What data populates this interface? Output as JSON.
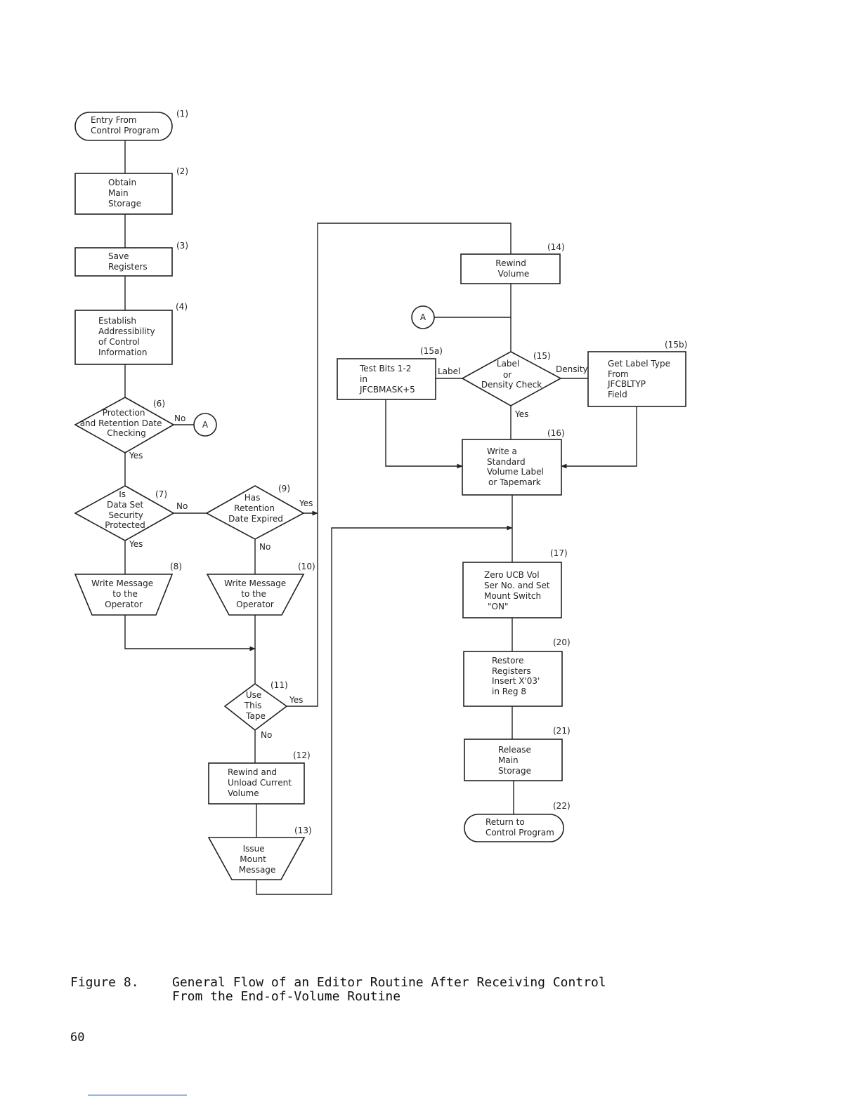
{
  "nodes": [
    {
      "id": "n1",
      "num": "(1)",
      "lines": [
        "Entry From",
        "Control Program"
      ]
    },
    {
      "id": "n2",
      "num": "(2)",
      "lines": [
        "Obtain",
        "Main",
        "Storage"
      ]
    },
    {
      "id": "n3",
      "num": "(3)",
      "lines": [
        "Save",
        "Registers"
      ]
    },
    {
      "id": "n4",
      "num": "(4)",
      "lines": [
        "Establish",
        "Addressibility",
        "of Control",
        "Information"
      ]
    },
    {
      "id": "n6",
      "num": "(6)",
      "lines": [
        "Protection",
        "and Retention Date",
        "Checking"
      ]
    },
    {
      "id": "n7",
      "num": "(7)",
      "lines": [
        "Is",
        "Data Set",
        "Security",
        "Protected"
      ]
    },
    {
      "id": "n8",
      "num": "(8)",
      "lines": [
        "Write Message",
        "to the",
        "Operator"
      ]
    },
    {
      "id": "n9",
      "num": "(9)",
      "lines": [
        "Has",
        "Retention",
        "Date Expired"
      ]
    },
    {
      "id": "n10",
      "num": "(10)",
      "lines": [
        "Write Message",
        "to the",
        "Operator"
      ]
    },
    {
      "id": "n11",
      "num": "(11)",
      "lines": [
        "Use",
        "This",
        "Tape"
      ]
    },
    {
      "id": "n12",
      "num": "(12)",
      "lines": [
        "Rewind and",
        "Unload Current",
        "Volume"
      ]
    },
    {
      "id": "n13",
      "num": "(13)",
      "lines": [
        "Issue",
        "Mount",
        "Message"
      ]
    },
    {
      "id": "n14",
      "num": "(14)",
      "lines": [
        "Rewind",
        "Volume"
      ]
    },
    {
      "id": "n15",
      "num": "(15)",
      "lines": [
        "Label",
        "or",
        "Density Check"
      ]
    },
    {
      "id": "n15a",
      "num": "(15a)",
      "lines": [
        "Test Bits 1-2",
        "in",
        "JFCBMASK+5"
      ]
    },
    {
      "id": "n15b",
      "num": "(15b)",
      "lines": [
        "Get Label Type",
        "From",
        "JFCBLTYP",
        "Field"
      ]
    },
    {
      "id": "n16",
      "num": "(16)",
      "lines": [
        "Write a",
        "Standard",
        "Volume Label",
        "or Tapemark"
      ]
    },
    {
      "id": "n17",
      "num": "(17)",
      "lines": [
        "Zero UCB Vol",
        "Ser No. and Set",
        "Mount Switch",
        "\"ON\""
      ]
    },
    {
      "id": "n20",
      "num": "(20)",
      "lines": [
        "Restore",
        "Registers",
        "Insert X'03'",
        "in Reg 8"
      ]
    },
    {
      "id": "n21",
      "num": "(21)",
      "lines": [
        "Release",
        "Main",
        "Storage"
      ]
    },
    {
      "id": "n22",
      "num": "(22)",
      "lines": [
        "Return to",
        "Control Program"
      ]
    }
  ],
  "connectors": {
    "label": "A"
  },
  "edge_labels": {
    "no_6": "No",
    "yes_6": "Yes",
    "no_7": "No",
    "yes_7": "Yes",
    "yes_9": "Yes",
    "no_9": "No",
    "yes_11": "Yes",
    "no_11": "No",
    "label_15": "Label",
    "density_15": "Density",
    "yes_15": "Yes"
  },
  "caption": {
    "label": "Figure 8.",
    "line1": "General Flow of an Editor Routine After Receiving Control",
    "line2": "From the End-of-Volume Routine"
  },
  "page_number": "60"
}
